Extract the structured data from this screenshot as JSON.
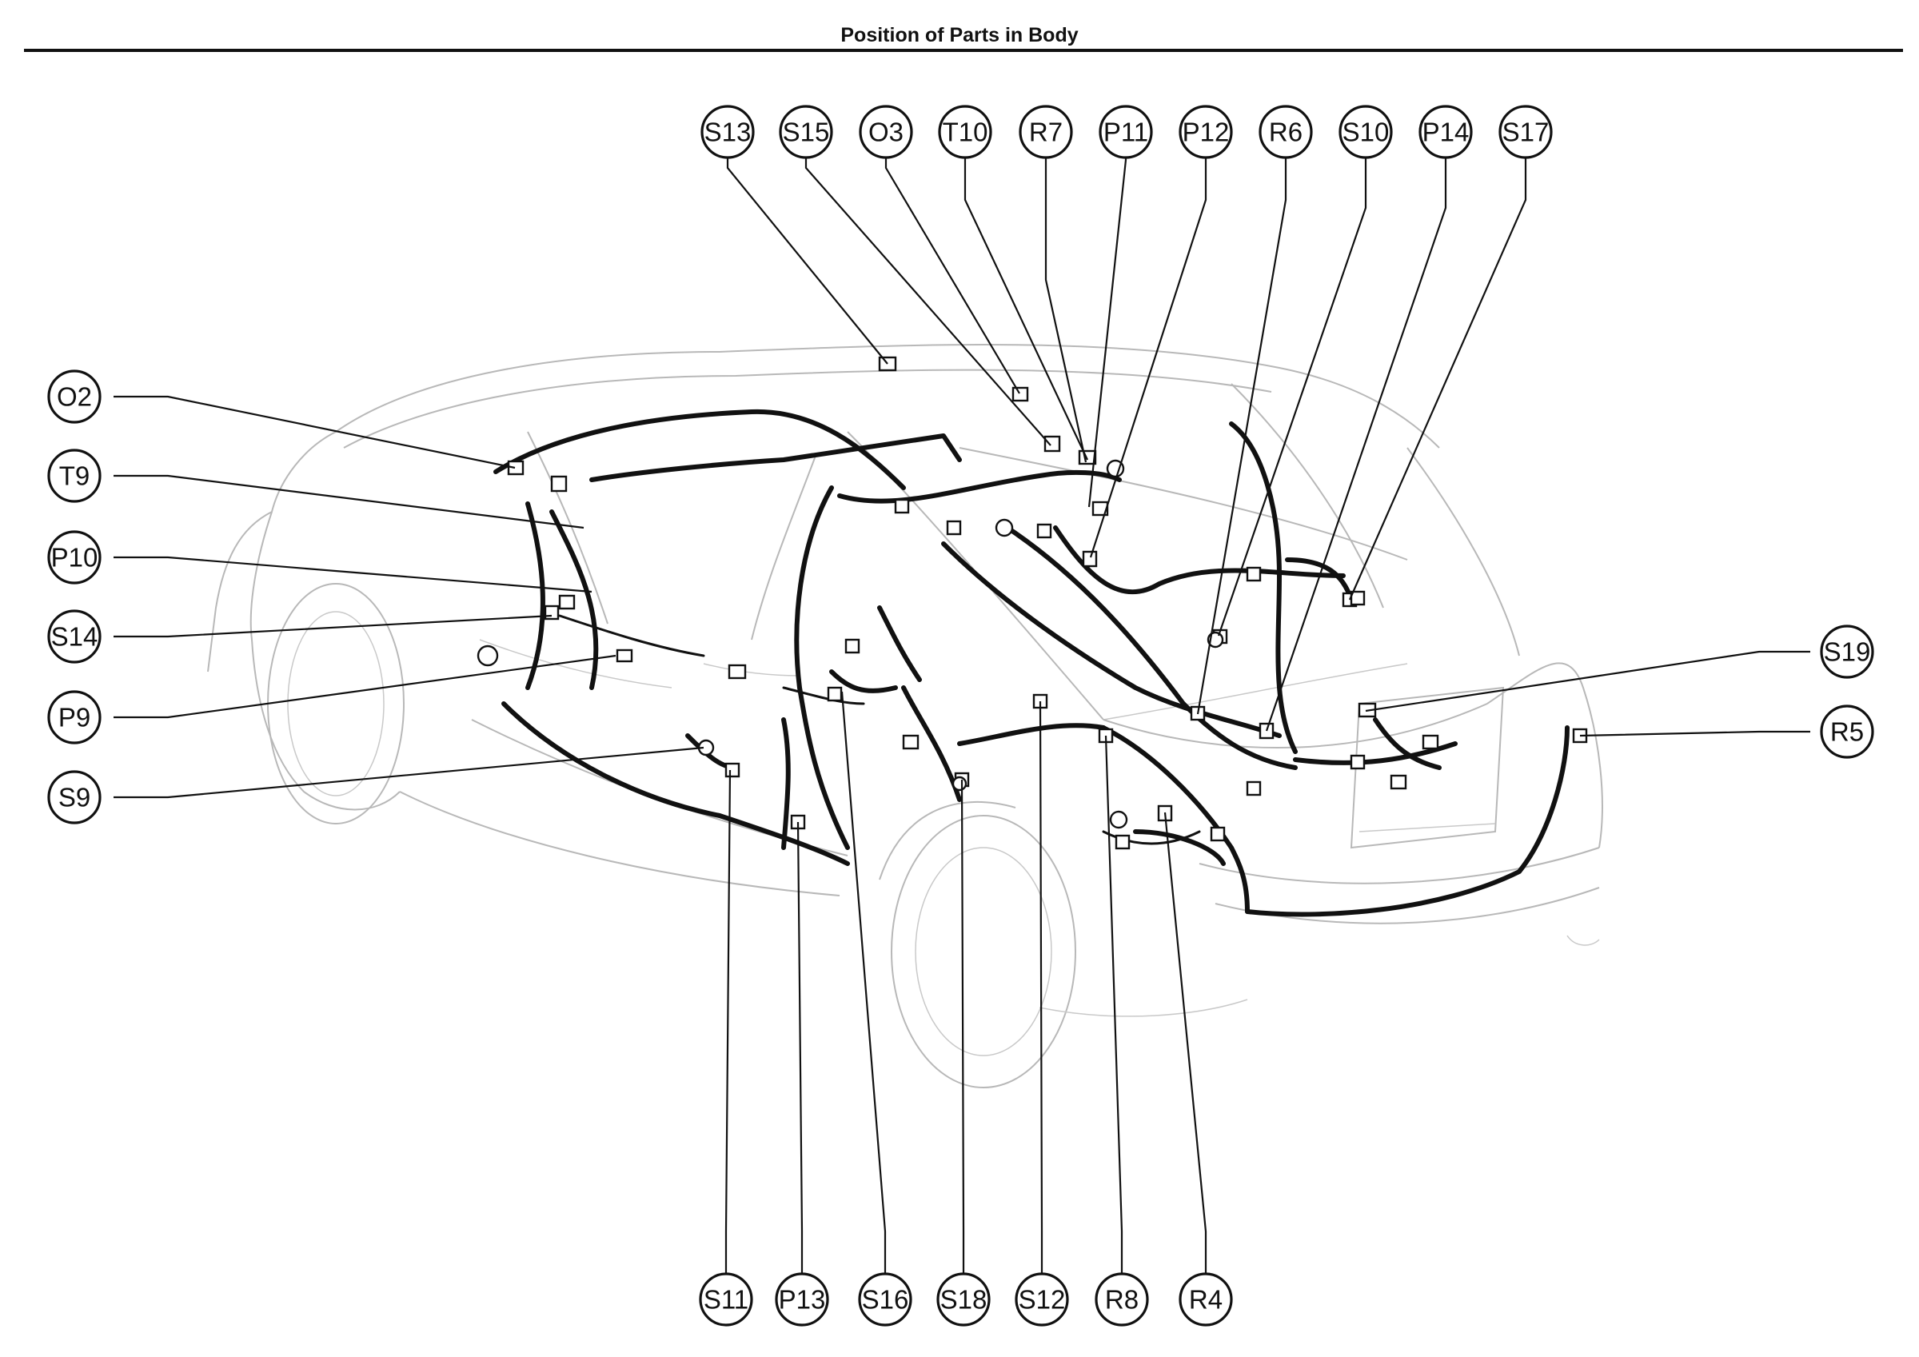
{
  "page": {
    "title": "Position of Parts in Body"
  },
  "callouts": [
    {
      "id": "S13",
      "label": "S13"
    },
    {
      "id": "S15",
      "label": "S15"
    },
    {
      "id": "O3",
      "label": "O3"
    },
    {
      "id": "T10",
      "label": "T10"
    },
    {
      "id": "R7",
      "label": "R7"
    },
    {
      "id": "P11",
      "label": "P11"
    },
    {
      "id": "P12",
      "label": "P12"
    },
    {
      "id": "R6",
      "label": "R6"
    },
    {
      "id": "S10",
      "label": "S10"
    },
    {
      "id": "P14",
      "label": "P14"
    },
    {
      "id": "S17",
      "label": "S17"
    },
    {
      "id": "O2",
      "label": "O2"
    },
    {
      "id": "T9",
      "label": "T9"
    },
    {
      "id": "P10",
      "label": "P10"
    },
    {
      "id": "S14",
      "label": "S14"
    },
    {
      "id": "P9",
      "label": "P9"
    },
    {
      "id": "S9",
      "label": "S9"
    },
    {
      "id": "S19",
      "label": "S19"
    },
    {
      "id": "R5",
      "label": "R5"
    },
    {
      "id": "S11",
      "label": "S11"
    },
    {
      "id": "P13",
      "label": "P13"
    },
    {
      "id": "S16",
      "label": "S16"
    },
    {
      "id": "S18",
      "label": "S18"
    },
    {
      "id": "S12",
      "label": "S12"
    },
    {
      "id": "R8",
      "label": "R8"
    },
    {
      "id": "R4",
      "label": "R4"
    }
  ]
}
